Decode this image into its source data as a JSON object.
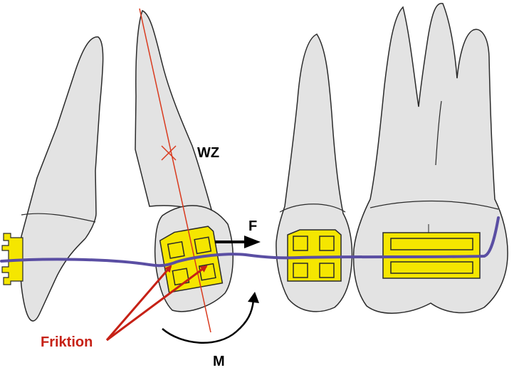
{
  "labels": {
    "resistance_center": "WZ",
    "force": "F",
    "moment": "M",
    "friction": "Friktion"
  },
  "colors": {
    "tooth_fill": "#e3e3e3",
    "tooth_outline": "#2a2a2a",
    "bracket_fill": "#f5e600",
    "wire": "#5a4ea3",
    "axis_line": "#d93a1e",
    "friction_arrows": "#c62116",
    "force_arrow": "#000000"
  }
}
